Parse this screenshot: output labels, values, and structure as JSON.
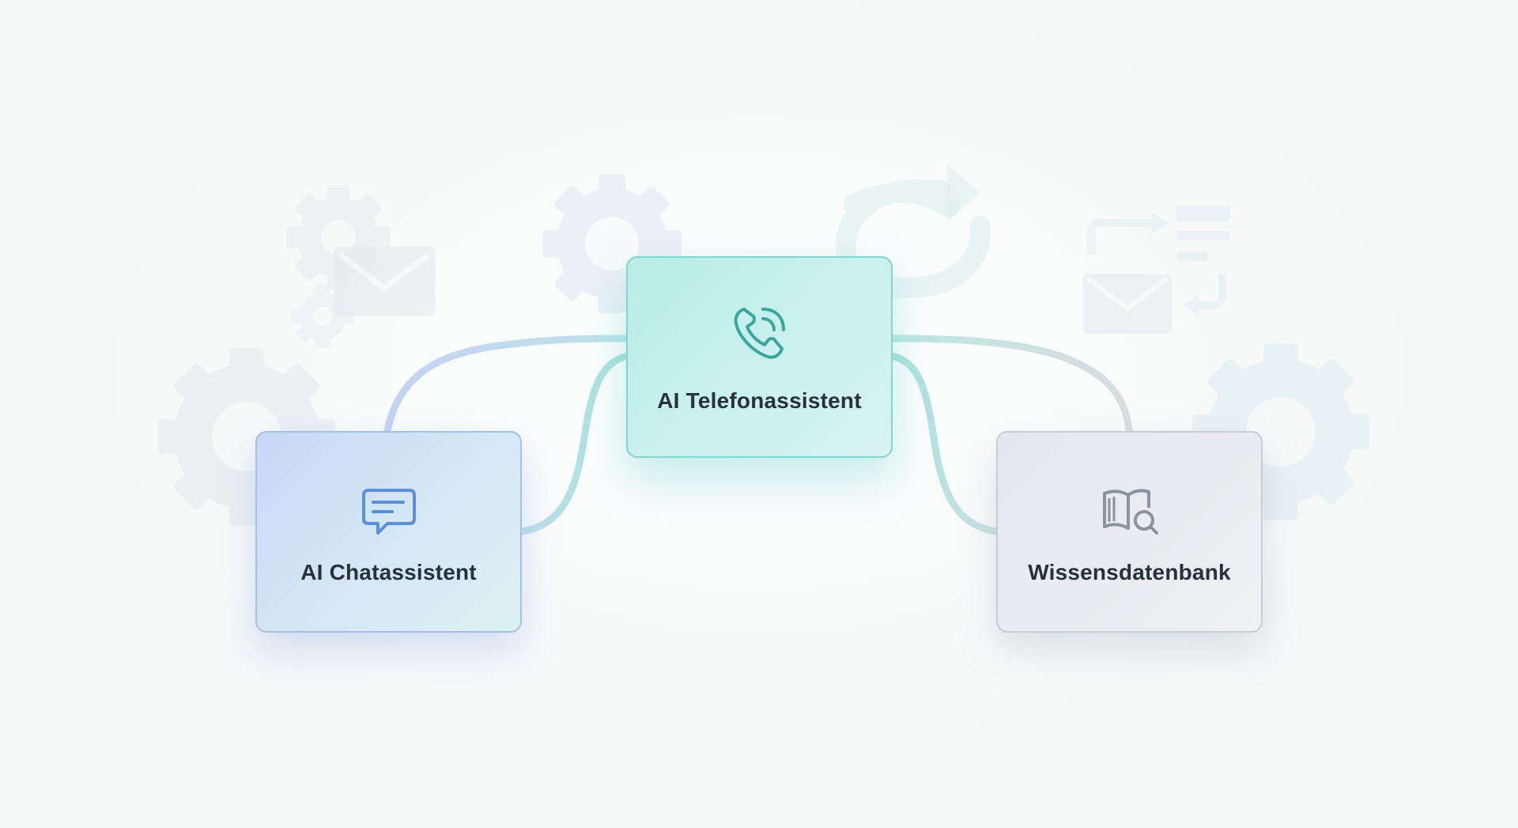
{
  "diagram": {
    "nodes": [
      {
        "id": "chat",
        "label": "AI Chatassistent",
        "icon": "chat-bubble-icon",
        "accent": "#5b8fd8"
      },
      {
        "id": "phone",
        "label": "AI Telefonassistent",
        "icon": "phone-call-icon",
        "accent": "#3aa79f"
      },
      {
        "id": "kb",
        "label": "Wissensdatenbank",
        "icon": "book-search-icon",
        "accent": "#8a939e"
      }
    ],
    "edges": [
      {
        "from": "chat",
        "to": "phone"
      },
      {
        "from": "phone",
        "to": "kb"
      }
    ],
    "background_icons": [
      "gear-icon",
      "mail-icon",
      "refresh-arrows-icon",
      "workflow-icon"
    ]
  }
}
